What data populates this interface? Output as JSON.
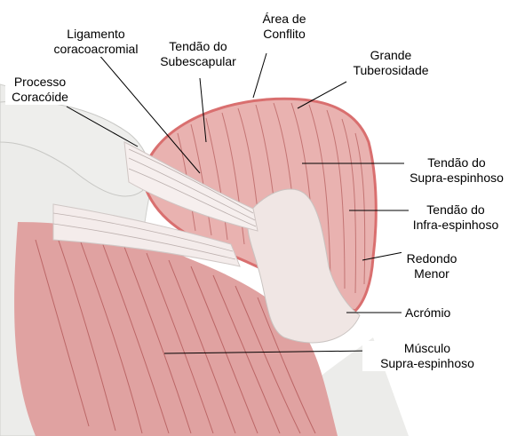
{
  "colors": {
    "muscle": "#e4a7a6",
    "muscle_dark": "#c8706f",
    "tendon": "#f3e7e6",
    "bone": "#ededeb",
    "outline_pink": "#d96f6f",
    "leader": "#000000"
  },
  "labels": {
    "area_conflito": "Área de\nConflito",
    "ligamento": "Ligamento\ncoracoacromial",
    "tendao_subescapular": "Tendão do\nSubescapular",
    "grande_tuberosidade": "Grande\nTuberosidade",
    "processo_coracoide": "Processo\nCoracóide",
    "tendao_supra": "Tendão do\nSupra-espinhoso",
    "tendao_infra": "Tendão do\nInfra-espinhoso",
    "redondo_menor": "Redondo\nMenor",
    "acromio": "Acrómio",
    "musculo_supra": "Músculo\nSupra-espinhoso"
  }
}
